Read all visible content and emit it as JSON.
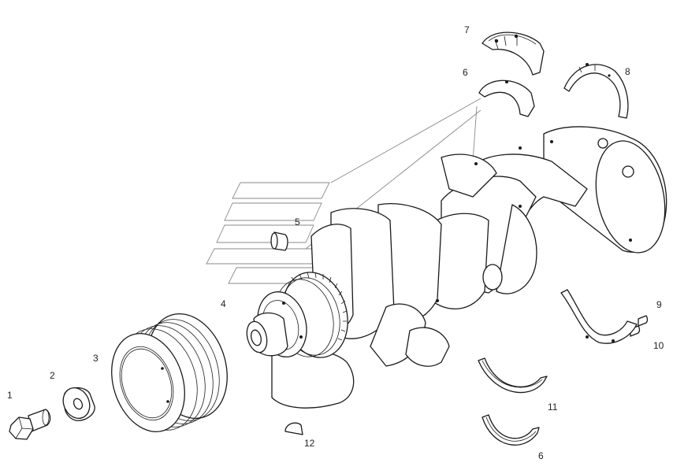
{
  "callouts": {
    "c1": "1",
    "c2": "2",
    "c3": "3",
    "c4": "4",
    "c5": "5",
    "c6_top": "6",
    "c7": "7",
    "c8": "8",
    "c9": "9",
    "c10": "10",
    "c11": "11",
    "c6_bottom": "6",
    "c12": "12"
  },
  "colors": {
    "line": "#1a1a1a",
    "watermark": "#8a8a8a",
    "background": "#ffffff"
  }
}
